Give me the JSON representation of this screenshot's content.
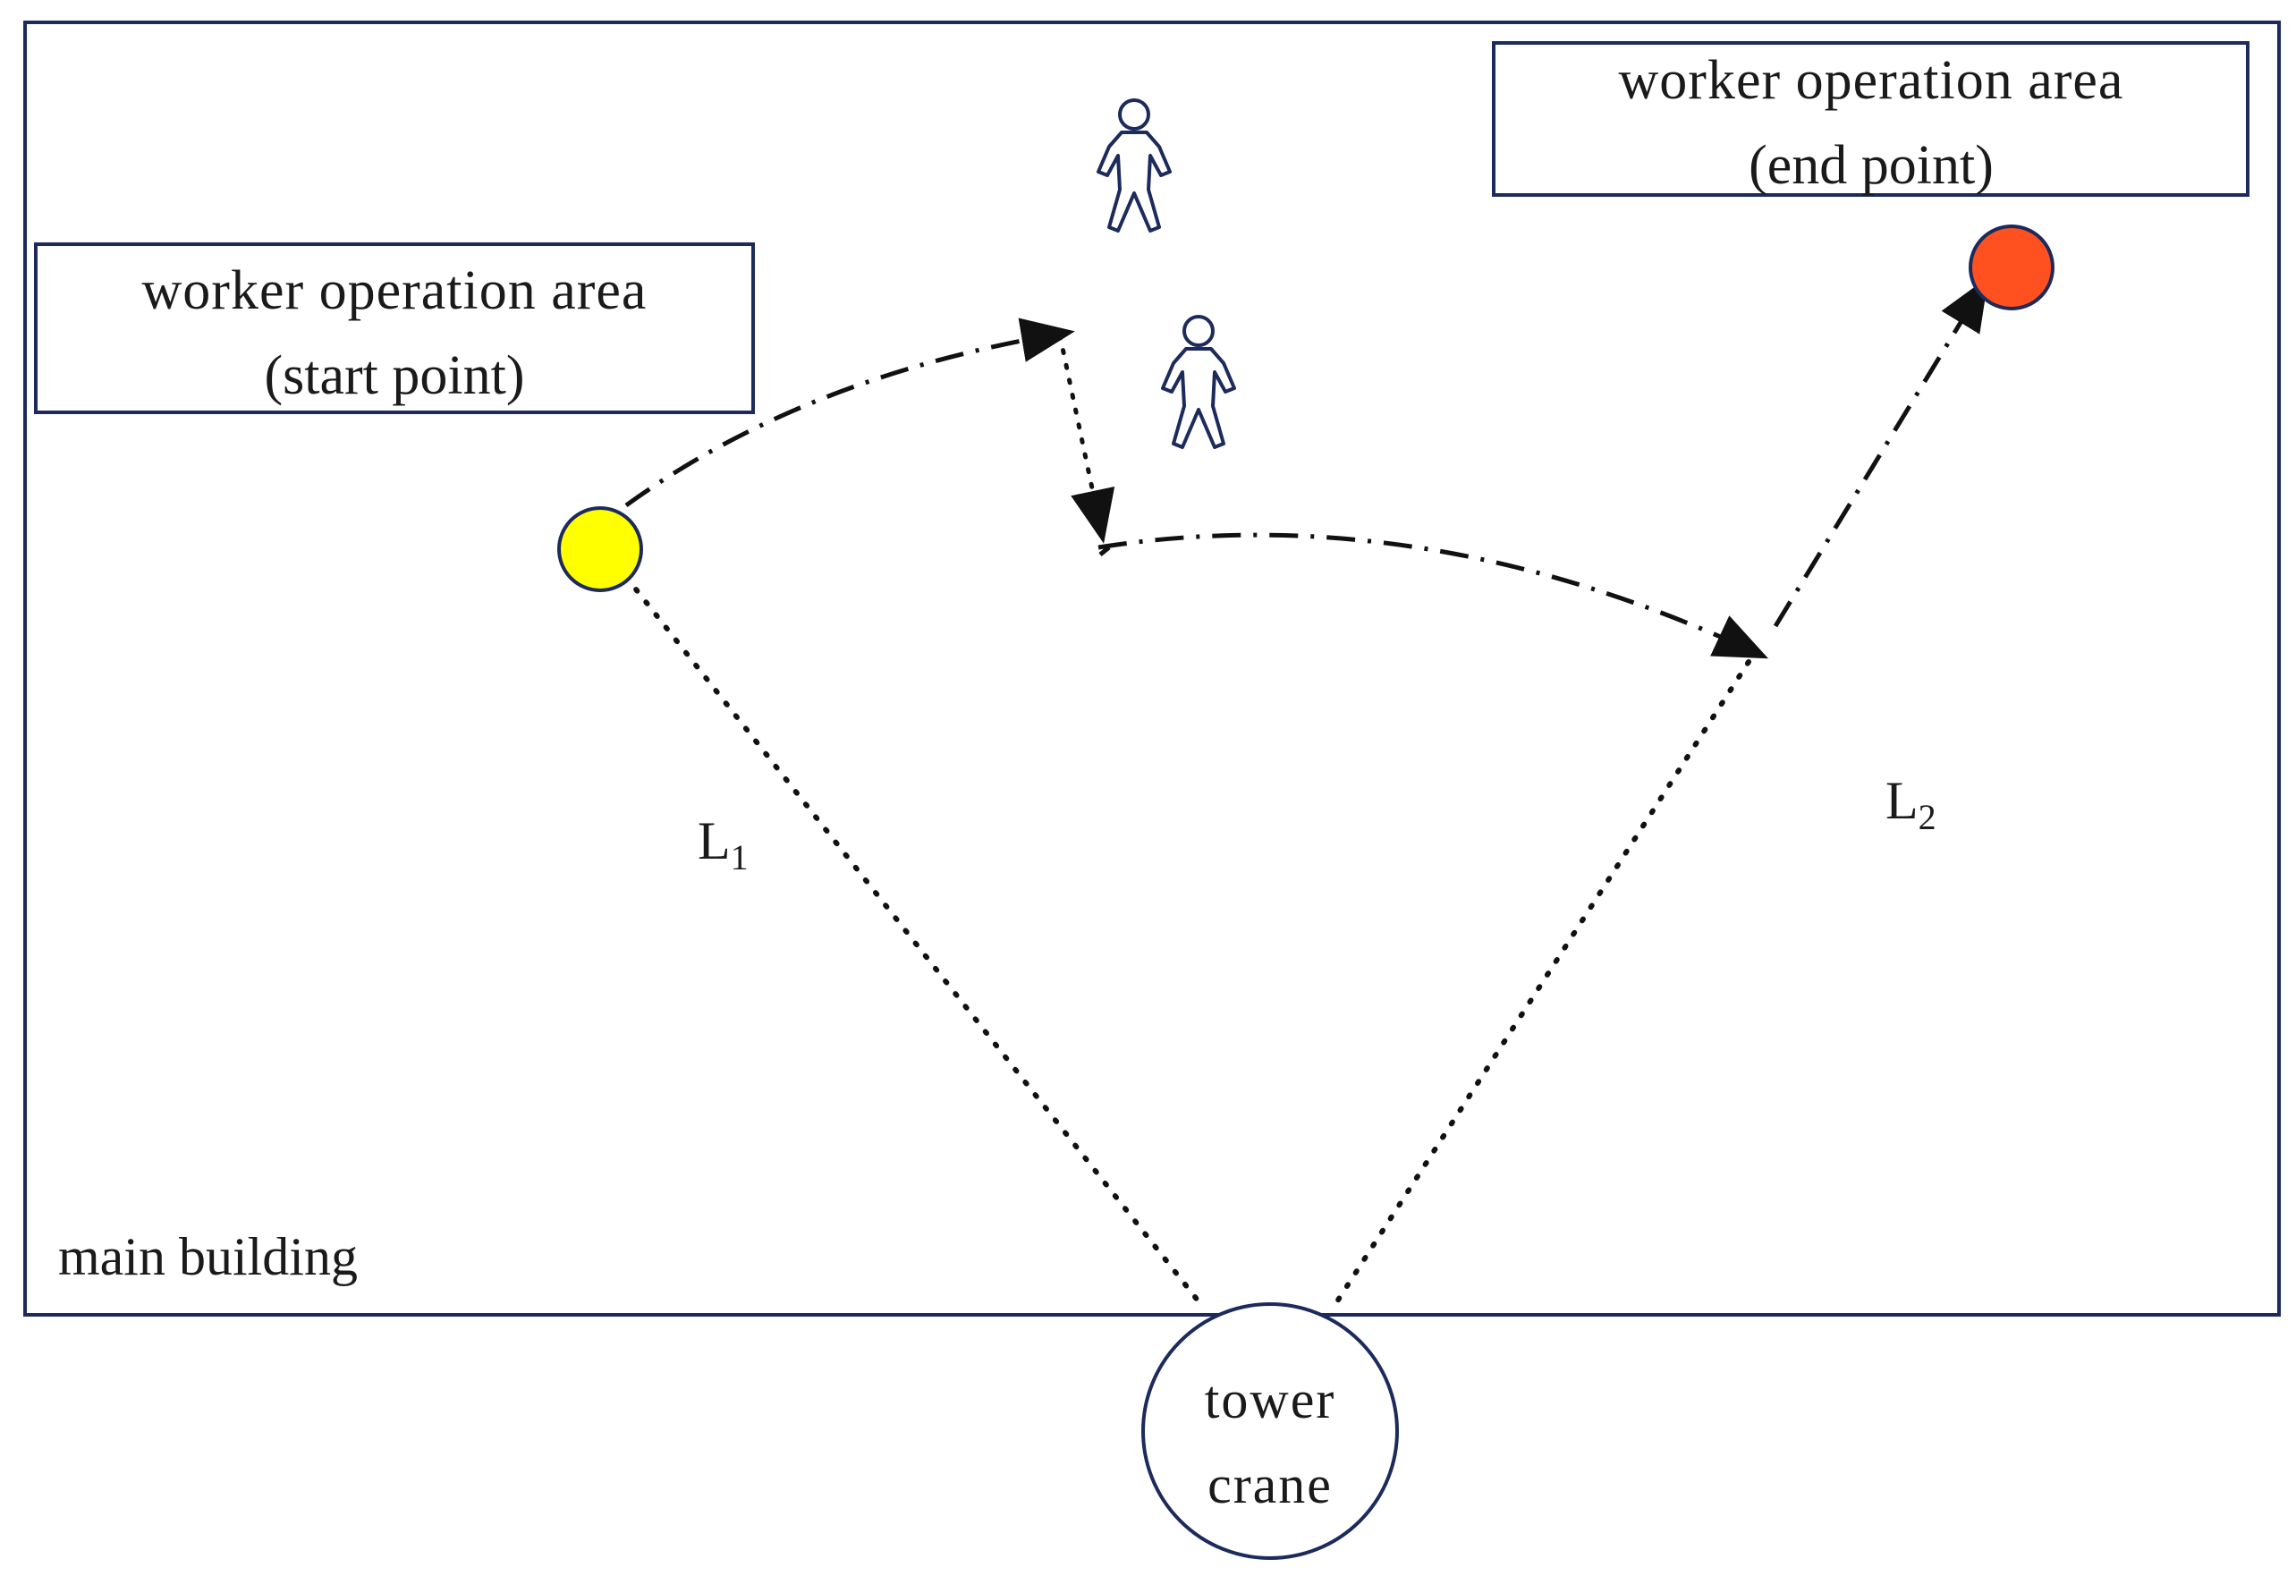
{
  "building": {
    "label": "main building"
  },
  "start_area": {
    "line1": "worker operation area",
    "line2": "(start point)"
  },
  "end_area": {
    "line1": "worker operation area",
    "line2": "(end point)"
  },
  "tower_crane": {
    "line1": "tower",
    "line2": "crane"
  },
  "lengths": {
    "l1_letter": "L",
    "l1_sub": "1",
    "l2_letter": "L",
    "l2_sub": "2"
  },
  "workers": {
    "count": 2,
    "icon": "person-icon"
  },
  "colors": {
    "frame": "#1c2a5c",
    "start_point": "#ffff00",
    "end_point": "#ff5020",
    "path": "#111111"
  }
}
